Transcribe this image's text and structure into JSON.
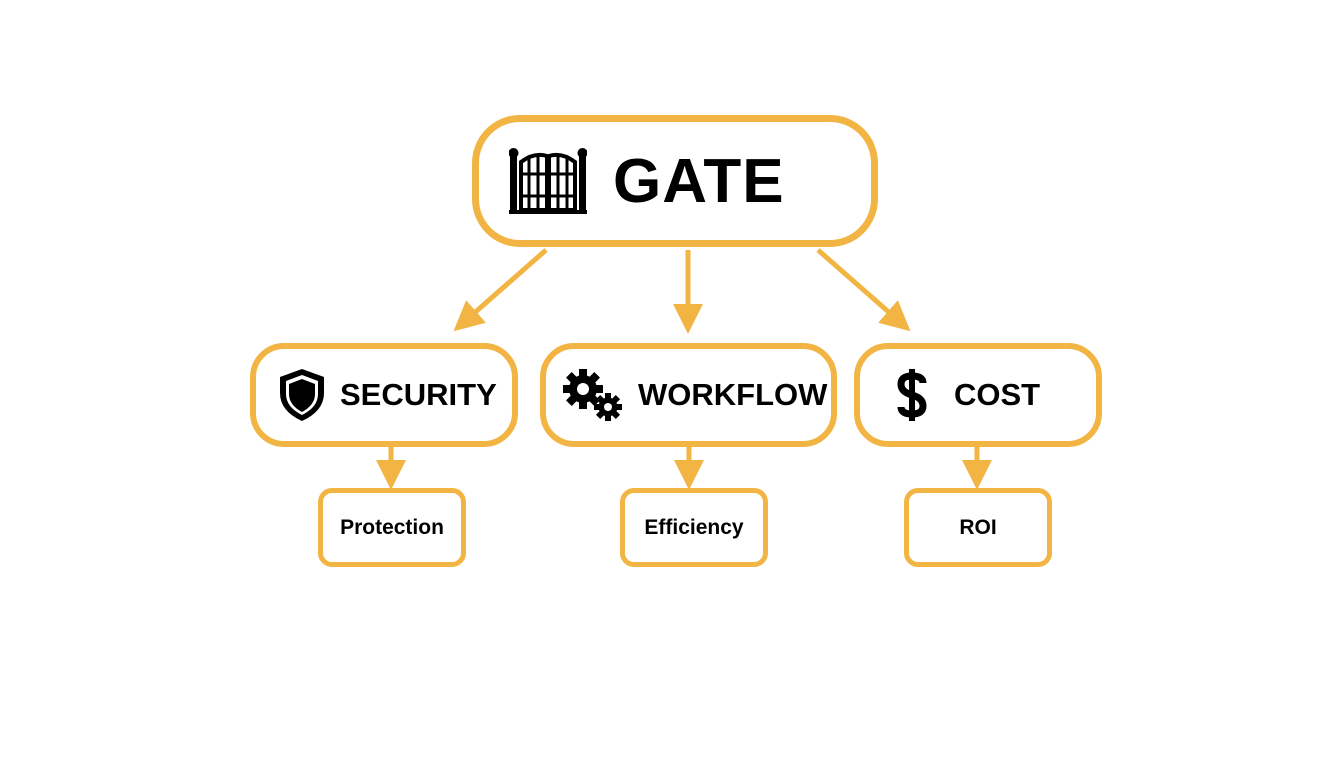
{
  "diagram": {
    "root": {
      "label": "GATE",
      "icon": "gate-icon"
    },
    "branches": [
      {
        "label": "SECURITY",
        "icon": "shield-icon",
        "child": "Protection"
      },
      {
        "label": "WORKFLOW",
        "icon": "gears-icon",
        "child": "Efficiency"
      },
      {
        "label": "COST",
        "icon": "dollar-icon",
        "child": "ROI"
      }
    ],
    "colors": {
      "accent": "#f2b544",
      "text": "#000000",
      "background": "#ffffff"
    }
  }
}
